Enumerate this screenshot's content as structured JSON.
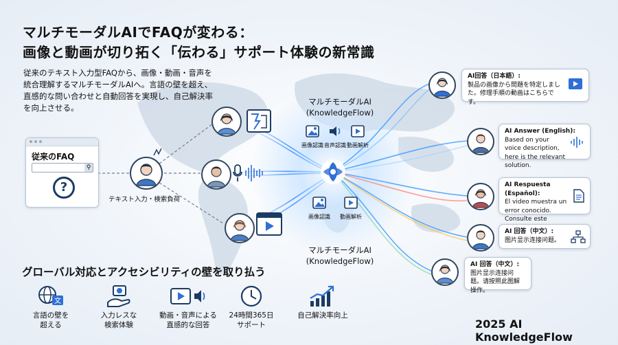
{
  "title": {
    "line1": "マルチモーダルAIでFAQが変わる：",
    "line2": "画像と動画が切り拓く「伝わる」サポート体験の新常識"
  },
  "intro": "従来のテキスト入力型FAQから、画像・動画・音声を統合理解するマルチモーダルAIへ。言語の壁を超え、直感的な問い合わせと自動回答を実現し、自己解決率を向上させる。",
  "faq_card": {
    "label": "従来のFAQ"
  },
  "user_node": {
    "label": "テキスト入力・検索負荷"
  },
  "center_top": {
    "label_line1": "マルチモーダルAI",
    "label_line2": "(KnowledgeFlow)",
    "capabilities": [
      "画像認識",
      "音声認識",
      "動画解析"
    ]
  },
  "center_bottom": {
    "label_line1": "マルチモーダルAI",
    "label_line2": "(KnowledgeFlow)",
    "capabilities": [
      "画像認識",
      "動画解析"
    ]
  },
  "answers": [
    {
      "head": "AI回答（日本語）:",
      "body": "製品の画像から問題を特定しました。修理手順の動画はこちらです。",
      "icon": "play-icon"
    },
    {
      "head": "AI Answer (English):",
      "body": "Based on your voice description, here is the relevant solution.",
      "icon": "waveform-icon"
    },
    {
      "head": "AI Respuesta (Español):",
      "body": "El video muestra un error conocido. Consulte este manual visual.",
      "icon": "document-icon"
    },
    {
      "head": "AI 回答（中文）:",
      "body": "图片显示连接问题。",
      "icon": "flowchart-icon"
    },
    {
      "head": "AI 回答（中文）:",
      "body": "图片显示连接问题。请按照此图解操作。",
      "icon": ""
    }
  ],
  "section_heading": "グローバル対応とアクセシビリティの壁を取り払う",
  "features": [
    {
      "line1": "言語の壁を",
      "line2": "超える",
      "icon": "language-globe-icon"
    },
    {
      "line1": "入力レスな",
      "line2": "検索体験",
      "icon": "hand-camera-icon"
    },
    {
      "line1": "動画・音声による",
      "line2": "直感的な回答",
      "icon": "video-audio-icon"
    },
    {
      "line1": "24時間365日",
      "line2": "サポート",
      "icon": "clock-icon"
    },
    {
      "line1": "自己解決率向上",
      "line2": "",
      "icon": "growth-chart-icon"
    }
  ],
  "brand": "2025 AI KnowledgeFlow",
  "colors": {
    "accent": "#2f6fd6",
    "flow": "#4da3ff",
    "ink": "#1b3b63"
  }
}
